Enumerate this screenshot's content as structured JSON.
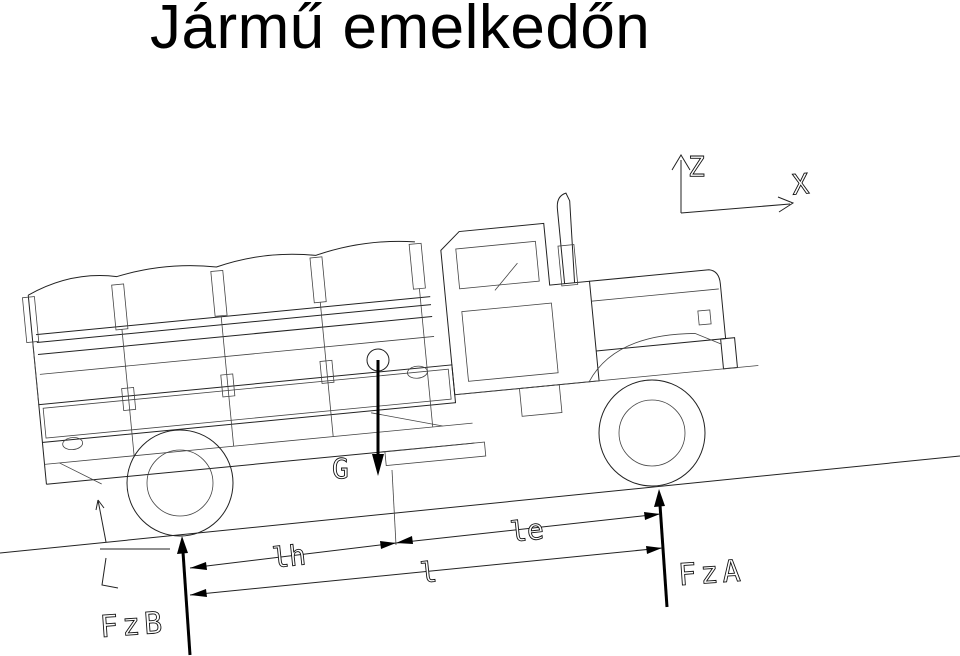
{
  "title": "Jármű emelkedőn",
  "axes": {
    "z_label": "Z",
    "x_label": "X"
  },
  "labels": {
    "center_of_gravity": "G",
    "rear_force": "FzB",
    "front_force": "FzA",
    "rear_distance": "lh",
    "front_distance": "le",
    "wheelbase": "l"
  }
}
